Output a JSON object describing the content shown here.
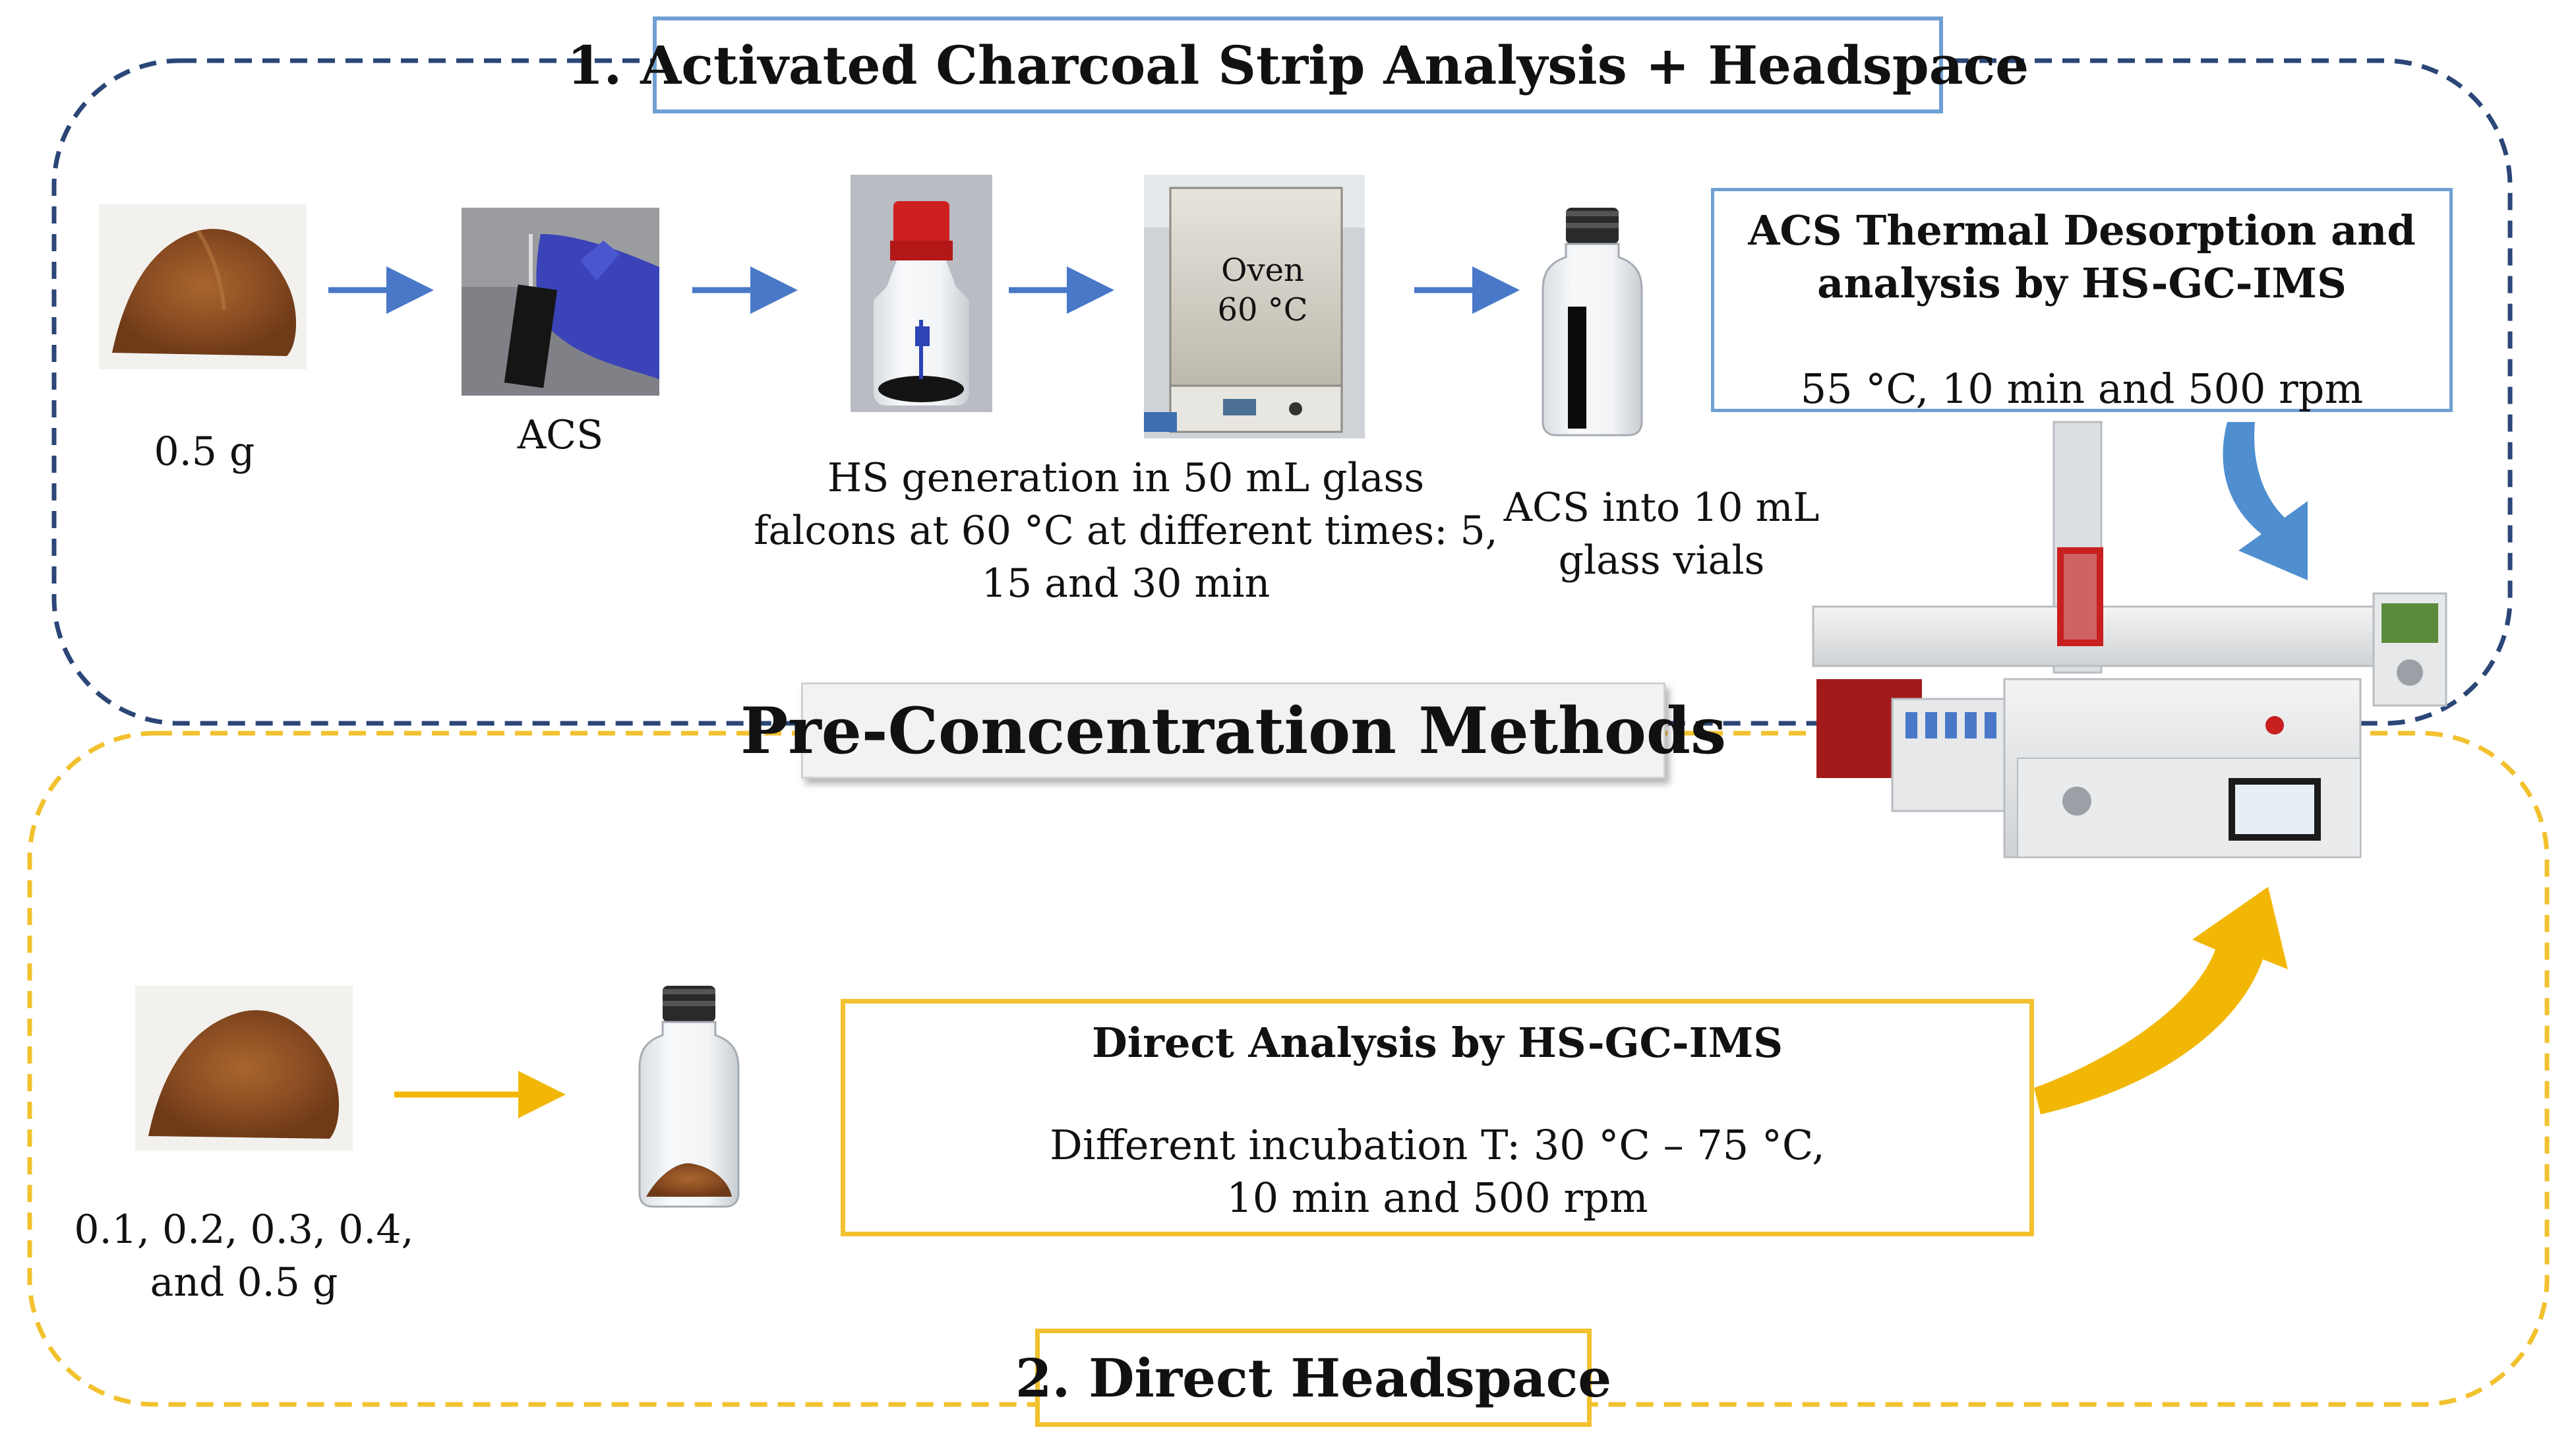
{
  "section1": {
    "title": "1. Activated Charcoal Strip Analysis + Headspace",
    "steps": {
      "sample_mass": "0.5 g",
      "acs": "ACS",
      "oven_label_line1": "Oven",
      "oven_label_line2": "60 °C",
      "hs_generation_line1": "HS generation in 50 mL glass",
      "hs_generation_line2": "falcons at 60 °C at different times: 5,",
      "hs_generation_line3": "15 and 30 min",
      "vials_line1": "ACS into 10 mL",
      "vials_line2": "glass vials"
    },
    "desorption_box": {
      "title_line1": "ACS Thermal Desorption and",
      "title_line2": "analysis by HS-GC-IMS",
      "conditions": "55 °C, 10 min and 500 rpm"
    }
  },
  "center_title": "Pre-Concentration Methods",
  "section2": {
    "title": "2. Direct Headspace",
    "sample_line1": "0.1, 0.2, 0.3, 0.4,",
    "sample_line2": "and 0.5 g",
    "direct_box": {
      "title": "Direct Analysis by HS-GC-IMS",
      "line1": "Different incubation T: 30 °C – 75 °C,",
      "line2": "10 min and 500 rpm"
    }
  },
  "colors": {
    "section1_border": "#2b4677",
    "section1_title_border": "#6fa0d4",
    "section2_border": "#f2c12e",
    "arrow_blue": "#4a78c8",
    "arrow_yellow": "#f2b705",
    "big_arrow_blue": "#4f8fd0",
    "desorption_box_border": "#6fa0d4"
  }
}
